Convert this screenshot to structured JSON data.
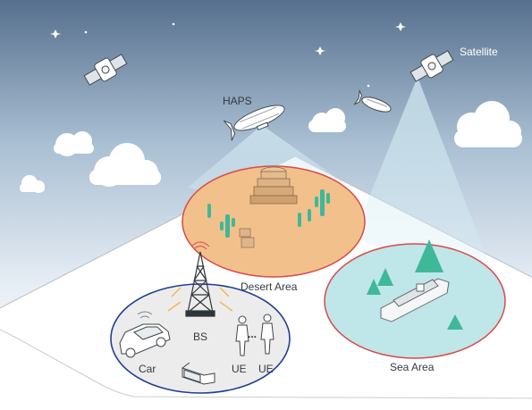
{
  "labels": {
    "satellite": "Satellite",
    "haps": "HAPS",
    "desert_area": "Desert Area",
    "sea_area": "Sea Area",
    "bs": "BS",
    "car": "Car",
    "ue_1": "UE",
    "ue_2": "UE",
    "ellipsis": "..."
  },
  "colors": {
    "sky_top": "#5a7390",
    "sky_bottom": "#eef3f8",
    "desert_fill": "#f2c08a",
    "desert_border": "#d94a4a",
    "sea_fill": "#bfe6e8",
    "sea_border": "#d94a4a",
    "urban_fill": "#eeeeee",
    "urban_border": "#1f3f93",
    "tree": "#3fb89a",
    "cactus": "#3fb89a",
    "beam": "#bfe3ee"
  },
  "icons": [
    "satellite-icon",
    "haps-airship-icon",
    "tower-icon",
    "car-icon",
    "person-icon",
    "vr-glasses-icon",
    "ship-icon",
    "tree-icon",
    "cactus-icon",
    "cloud-icon",
    "star-icon",
    "pyramid-icon"
  ]
}
